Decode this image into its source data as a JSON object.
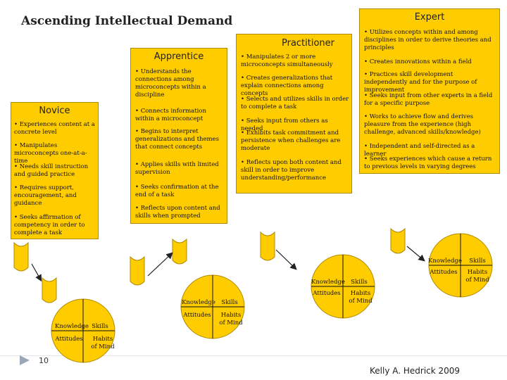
{
  "title": "Ascending Intellectual Demand",
  "colors": {
    "box": "#ffcc00",
    "circle": "#ffcc00",
    "arrow": "#222222",
    "marker": "#9aa7b8"
  },
  "levels": {
    "novice": {
      "heading": "Novice",
      "bullets": [
        "Experiences content at a concrete level",
        "Manipulates microconcepts one-at-a-time",
        "Needs skill instruction and guided practice",
        "Requires support, encouragement, and guidance",
        "Seeks affirmation of competency in order to complete a task"
      ]
    },
    "apprentice": {
      "heading": "Apprentice",
      "bullets": [
        "Understands the connections among microconcepts within a discipline",
        "Connects information within a microconcept",
        "Begins to interpret generalizations and themes that connect concepts",
        "Applies skills with limited supervision",
        "Seeks confirmation at the end of a task",
        "Reflects upon content and skills when prompted"
      ]
    },
    "practitioner": {
      "heading": "Practitioner",
      "bullets": [
        "Manipulates 2 or more microconcepts simultaneously",
        "Creates generalizations that explain connections among concepts",
        "Selects and utilizes skills in order to complete a task",
        "Seeks input from others as needed",
        "Exhibits task commitment and persistence when challenges are moderate",
        "Reflects upon both content and skill in order to improve understanding/performance"
      ]
    },
    "expert": {
      "heading": "Expert",
      "bullets": [
        "Utilizes concepts within and among disciplines in order to derive theories and principles",
        "Creates innovations within a field",
        "Practices skill development independently and for the purpose of improvement",
        "Seeks input from other experts in a field for a specific purpose",
        "Works to achieve flow and derives pleasure from the experience (high challenge, advanced skills/knowledge)",
        "Independent and self-directed as a learner",
        "Seeks experiences which cause a return to previous levels in varying degrees"
      ]
    }
  },
  "circle": {
    "knowledge": "Knowledge",
    "skills": "Skills",
    "attitudes": "Attitudes",
    "habits": "Habits of Mind"
  },
  "page_number": "10",
  "credit": "Kelly A. Hedrick 2009"
}
